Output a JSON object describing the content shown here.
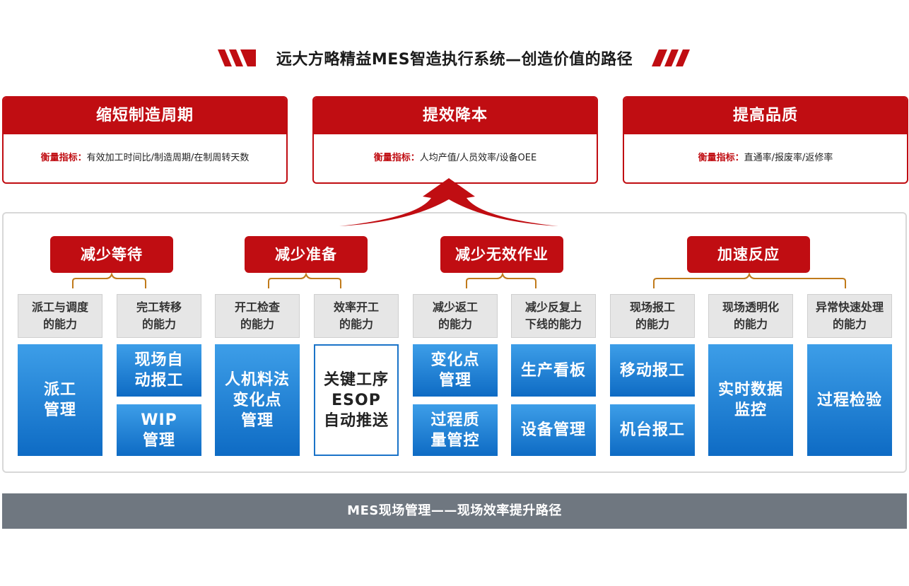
{
  "title": "远大方略精益MES智造执行系统—创造价值的路径",
  "goals": [
    {
      "heading": "缩短制造周期",
      "metric_label": "衡量指标：",
      "metric_value": "有效加工时间比/制造周期/在制周转天数"
    },
    {
      "heading": "提效降本",
      "metric_label": "衡量指标：",
      "metric_value": "人均产值/人员效率/设备OEE"
    },
    {
      "heading": "提高品质",
      "metric_label": "衡量指标：",
      "metric_value": "直通率/报废率/返修率"
    }
  ],
  "categories": [
    "减少等待",
    "减少准备",
    "减少无效作业",
    "加速反应"
  ],
  "abilities": [
    "派工与调度\n的能力",
    "完工转移\n的能力",
    "开工检查\n的能力",
    "效率开工\n的能力",
    "减少返工\n的能力",
    "减少反复上\n下线的能力",
    "现场报工\n的能力",
    "现场透明化\n的能力",
    "异常快速处理\n的能力"
  ],
  "tiles": {
    "dispatch": "派工\n管理",
    "auto_report": "现场自\n动报工",
    "wip": "WIP\n管理",
    "man_machine": "人机料法\n变化点\n管理",
    "esop": "关键工序\nESOP\n自动推送",
    "change_point": "变化点\n管理",
    "process_quality": "过程质\n量管控",
    "production_board": "生产看板",
    "equipment": "设备管理",
    "mobile_report": "移动报工",
    "machine_report": "机台报工",
    "realtime": "实时数据\n监控",
    "inspection": "过程检验"
  },
  "footer": "MES现场管理——现场效率提升路径",
  "watermark": "远大方略",
  "colors": {
    "brand_red": "#c00d12",
    "tile_blue": "#1a73c8",
    "footer_gray": "#6f7780"
  }
}
